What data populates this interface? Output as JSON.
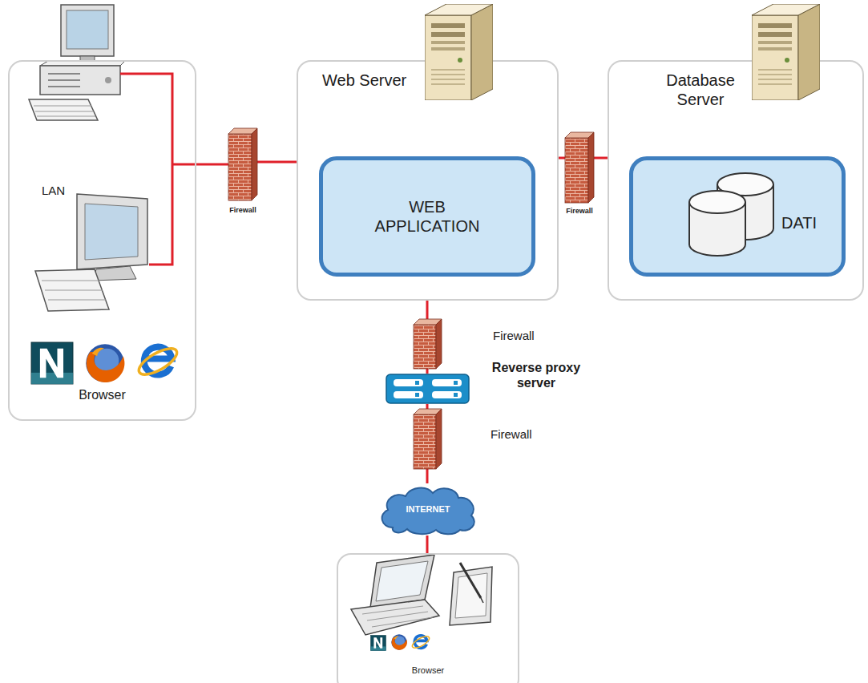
{
  "diagram": {
    "nodes": [
      {
        "text": [
          "LAN",
          "Browser"
        ]
      },
      {
        "text": [
          "Firewall"
        ]
      },
      {
        "text": [
          "Web Server"
        ]
      },
      {
        "text": [
          "WEB APPLICATION"
        ],
        "in": 2
      },
      {
        "text": [
          "Firewall"
        ]
      },
      {
        "text": [
          "Database Server"
        ]
      },
      {
        "text": [
          "DATI"
        ],
        "in": 5
      },
      {
        "text": [
          "Firewall"
        ]
      },
      {
        "text": [
          "Reverse proxy server"
        ]
      },
      {
        "text": [
          "Firewall"
        ]
      },
      {
        "text": [
          "INTERNET"
        ]
      },
      {
        "text": [
          "Browser"
        ]
      }
    ],
    "edges": [
      {
        "from": 0,
        "to": 1,
        "arrow": "none"
      },
      {
        "from": 1,
        "to": 2,
        "arrow": "none"
      },
      {
        "from": 2,
        "to": 4,
        "arrow": "none"
      },
      {
        "from": 4,
        "to": 5,
        "arrow": "none"
      },
      {
        "from": 2,
        "to": 7,
        "arrow": "none"
      },
      {
        "from": 7,
        "to": 8,
        "arrow": "none"
      },
      {
        "from": 8,
        "to": 9,
        "arrow": "none"
      },
      {
        "from": 9,
        "to": 10,
        "arrow": "none"
      },
      {
        "from": 10,
        "to": 11,
        "arrow": "none"
      }
    ]
  }
}
